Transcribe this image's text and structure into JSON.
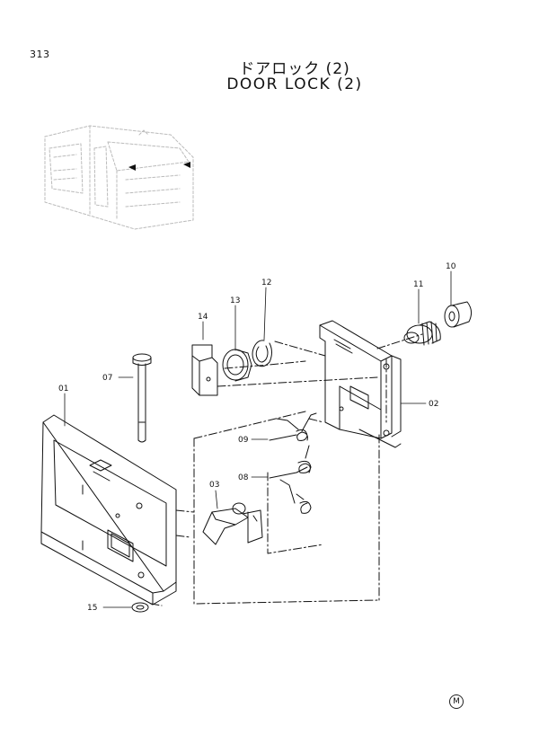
{
  "page": {
    "number": "313",
    "mark": "M"
  },
  "title": {
    "japanese": "ドアロック (2)",
    "english": "DOOR LOCK (2)"
  },
  "parts": [
    {
      "ref": "01"
    },
    {
      "ref": "02"
    },
    {
      "ref": "03"
    },
    {
      "ref": "07"
    },
    {
      "ref": "08"
    },
    {
      "ref": "09"
    },
    {
      "ref": "10"
    },
    {
      "ref": "11"
    },
    {
      "ref": "12"
    },
    {
      "ref": "13"
    },
    {
      "ref": "14"
    },
    {
      "ref": "15"
    }
  ]
}
